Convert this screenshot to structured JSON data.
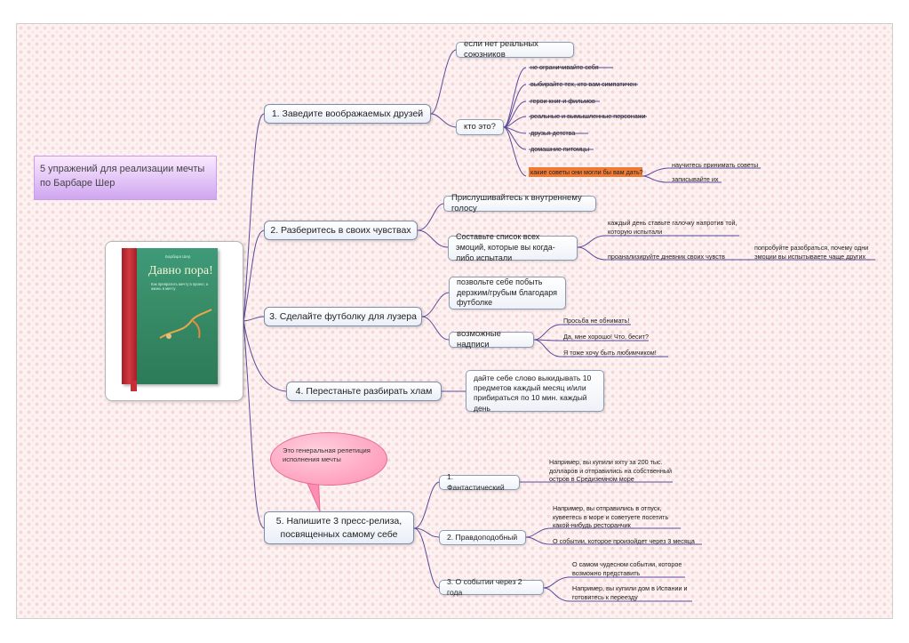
{
  "title": "5 упражений для реализации мечты по Барбаре Шер",
  "book": {
    "author": "Барбара Шер",
    "title": "Давно пора!",
    "subtitle": "Как превратить мечту в проект, а жизнь в мечту"
  },
  "branches": [
    {
      "label": "1. Заведите воображаемых друзей",
      "children": [
        {
          "label": "если нет реальных союзников"
        },
        {
          "label": "кто это?",
          "items": [
            "не ограничивайте себя",
            "выбирайте тех, кто вам симпатичен",
            "герои книг и фильмов",
            "реальные и вымышленные персонажи",
            "друзья детства",
            "домашние питомцы",
            "какие советы они могли бы вам дать?"
          ],
          "advice": [
            "научитесь принимать советы",
            "записывайте их"
          ]
        }
      ]
    },
    {
      "label": "2. Разберитесь в своих чувствах",
      "children": [
        {
          "label": "Прислушивайтесь к внутреннему голосу"
        },
        {
          "label": "Составьте список всех эмоций, которые вы когда-либо испытали",
          "items": [
            "каждый день ставьте галочку напротив той, которую испытали",
            "проанализируйте дневник своих чувств"
          ],
          "sub": "попробуйте разобраться, почему одни эмоции вы испытываете чаще других"
        }
      ]
    },
    {
      "label": "3. Сделайте футболку для лузера",
      "children": [
        {
          "label": "позвольте себе побыть дерзким/грубым благодаря футболке"
        },
        {
          "label": "возможные надписи",
          "items": [
            "Просьба не обнимать!",
            "Да, мне хорошо! Что, бесит?",
            "Я тоже хочу быть любимчиком!"
          ]
        }
      ]
    },
    {
      "label": "4. Перестаньте разбирать хлам",
      "children": [
        {
          "label": "дайте себе слово выкидывать 10 предметов каждый месяц и/или прибираться по 10 мин. каждый день"
        }
      ]
    },
    {
      "label": "5. Напишите 3 пресс-релиза, посвященных самому себе",
      "callout": "Это генеральная репетиция исполнения мечты",
      "children": [
        {
          "label": "1. Фантастический",
          "items": [
            "Например, вы купили яхту за 200 тыс. долларов и отправились на собственный остров в Средиземном море"
          ]
        },
        {
          "label": "2. Правдоподобный",
          "items": [
            "Например, вы отправились в отпуск, кувеетесь в море и советуете посетить какой-нибудь ресторанчик",
            "О событии, которое произойдет через 3 месяца"
          ]
        },
        {
          "label": "3. О событии через 2 года",
          "items": [
            "О самом чудесном событии, которое возможно представить",
            "Например, вы купили дом в Испании и готовитесь к переезду"
          ]
        }
      ]
    }
  ],
  "colors": {
    "line": "#5a4a9a",
    "highlight": "#f07a33",
    "title_bg": "#d9b3f3",
    "callout": "#ff9fbf"
  }
}
